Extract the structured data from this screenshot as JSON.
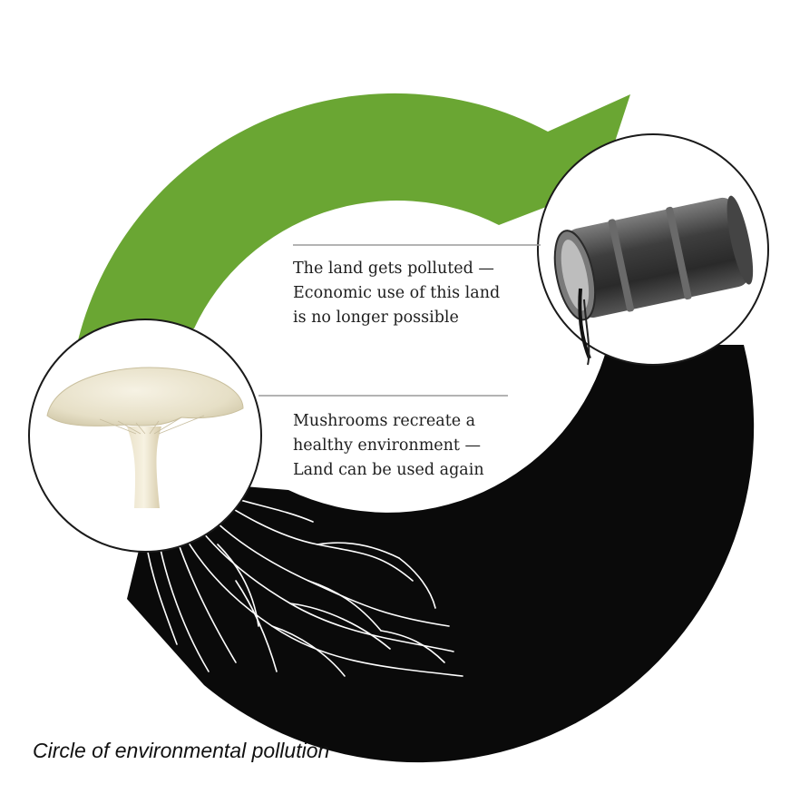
{
  "colors": {
    "green_arrow": "#6aa633",
    "black_arrow": "#0a0a0a",
    "rule_line": "#9a9a9a",
    "text": "#1e1e1e"
  },
  "steps": [
    {
      "id": "pollution",
      "icon": "oil-barrel-icon",
      "lines": [
        "The land gets polluted —",
        "Economic use of this land",
        "is no longer possible"
      ]
    },
    {
      "id": "remediation",
      "icon": "mushroom-icon",
      "lines": [
        "Mushrooms recreate a",
        "healthy environment —",
        "Land can be used again"
      ]
    }
  ],
  "caption": "Circle of environmental pollution"
}
